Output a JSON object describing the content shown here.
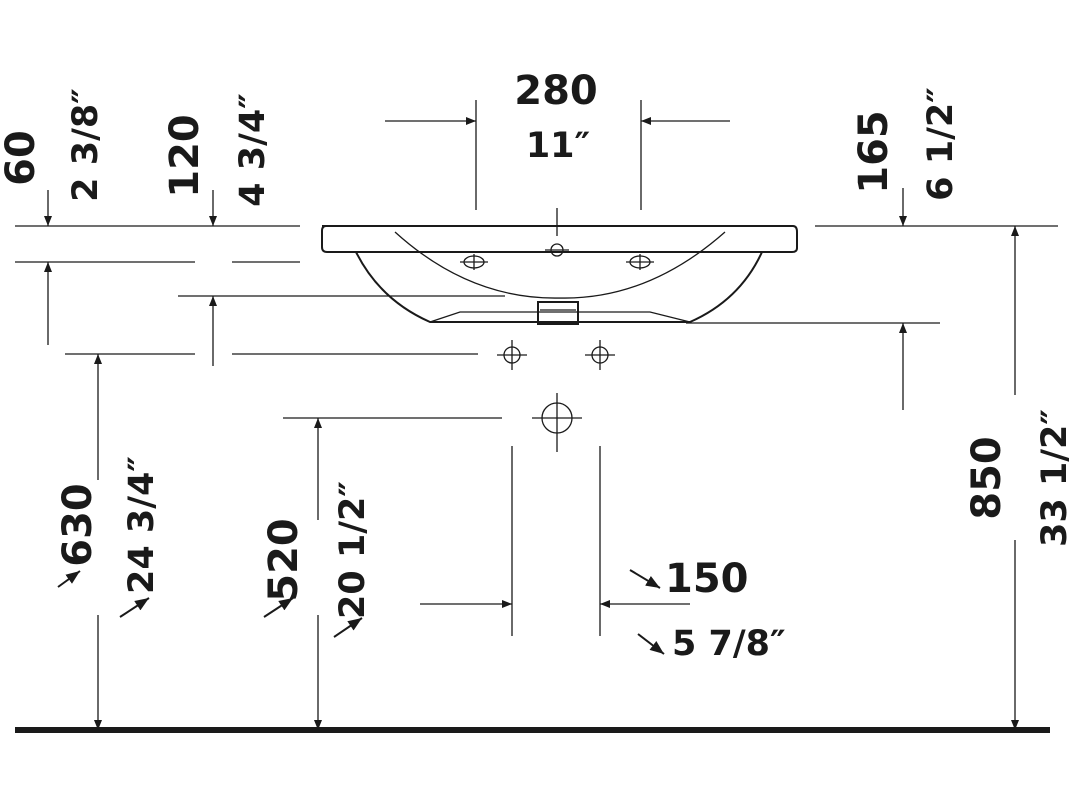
{
  "dimensions": {
    "tap_spacing_mm": "280",
    "tap_spacing_in": "11″",
    "left_upper_mm": "60",
    "left_upper_in": "2 3/8″",
    "overflow_depth_mm": "120",
    "overflow_depth_in": "4 3/4″",
    "right_depth_mm": "165",
    "right_depth_in": "6 1/2″",
    "supply_height_mm": "630",
    "supply_height_in": "24 3/4″",
    "drain_height_mm": "520",
    "drain_height_in": "20 1/2″",
    "supply_spacing_mm": "150",
    "supply_spacing_in": "5 7/8″",
    "rim_height_mm": "850",
    "rim_height_in": "33 1/2″"
  },
  "colors": {
    "ink": "#1a1a1a",
    "background": "#ffffff"
  }
}
